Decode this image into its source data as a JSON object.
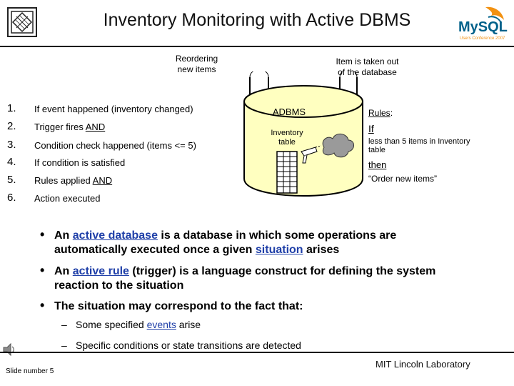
{
  "header": {
    "title": "Inventory Monitoring with Active DBMS",
    "mysql_logo_text": "MySQL",
    "mysql_logo_caption": "Users Conference 2007"
  },
  "diagram": {
    "reordering_label": [
      "Reordering",
      "new items"
    ],
    "taken_out_label": [
      "Item is taken out",
      "of the database"
    ],
    "cylinder_title": "ADBMS",
    "inventory_label": [
      "Inventory",
      "table"
    ]
  },
  "steps": [
    {
      "num": "1.",
      "text": "If event happened (inventory changed)"
    },
    {
      "num": "2.",
      "text_before": "Trigger fires ",
      "text_u": "AND"
    },
    {
      "num": "3.",
      "text": "Condition check happened (items <= 5)"
    },
    {
      "num": "4.",
      "text": "If condition is satisfied"
    },
    {
      "num": "5.",
      "text_before": "Rules applied ",
      "text_u": "AND"
    },
    {
      "num": "6.",
      "text": "Action executed"
    }
  ],
  "rules": {
    "heading": "Rules",
    "heading_colon": ":",
    "if_word": "If",
    "condition": [
      "less than 5 items in Inventory",
      "table"
    ],
    "then_word": "then",
    "action": "“Order new items”"
  },
  "bullets": [
    {
      "parts": [
        "An ",
        "active database",
        " is a database in which some operations are"
      ],
      "line2_before": "automatically executed once a given ",
      "line2_link": "situation",
      "line2_after": " arises"
    },
    {
      "parts": [
        "An ",
        "active rule",
        " (trigger) is a language construct for defining the system"
      ],
      "line2": "reaction to the situation"
    },
    {
      "text": "The situation may correspond to the fact that:"
    }
  ],
  "subbullets": [
    {
      "before": "Some specified ",
      "link": "events",
      "after": " arise"
    },
    {
      "text": "Specific conditions or state transitions are detected"
    }
  ],
  "footer": {
    "slide_number": "Slide number 5",
    "lab": "MIT Lincoln Laboratory"
  }
}
